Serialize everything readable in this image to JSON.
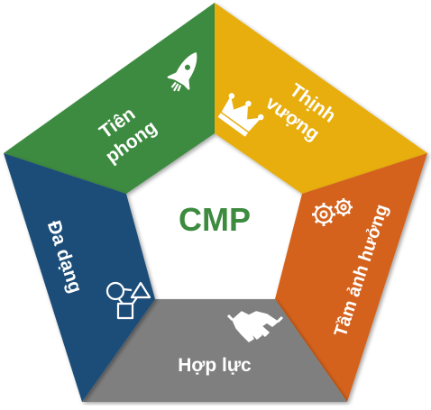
{
  "center_label": "CMP",
  "segments": [
    {
      "id": "tien-phong",
      "lines": [
        "Tiên",
        "phong"
      ],
      "color": "#3C8B3F",
      "icon": "rocket-icon"
    },
    {
      "id": "thinh-vuong",
      "lines": [
        "Thịnh",
        "vượng"
      ],
      "color": "#E8AE0E",
      "icon": "crown-icon"
    },
    {
      "id": "tam-anh-huong",
      "lines": [
        "Tầm ảnh hưởng"
      ],
      "color": "#D4621A",
      "icon": "gears-icon"
    },
    {
      "id": "hop-luc",
      "lines": [
        "Hợp lực"
      ],
      "color": "#7F7F7F",
      "icon": "handshake-icon"
    },
    {
      "id": "da-dang",
      "lines": [
        "Đa dạng"
      ],
      "color": "#1F4E79",
      "icon": "shapes-icon"
    }
  ],
  "colors": {
    "center_text": "#3C8B3F",
    "label_text": "#FFFFFF",
    "background": "#FFFFFF"
  }
}
